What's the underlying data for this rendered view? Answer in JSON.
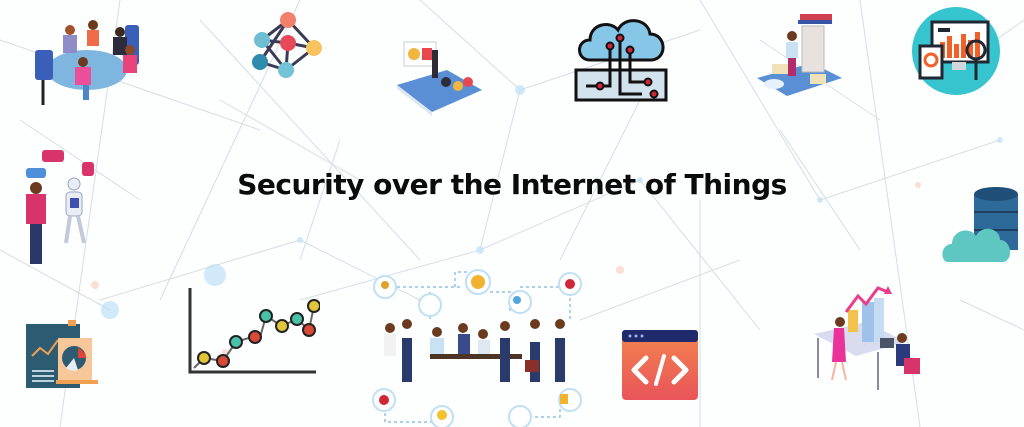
{
  "banner": {
    "title": "Security over the Internet of Things",
    "background_color": "#fdfefe",
    "title_color": "#0b0b0b"
  },
  "illustrations": [
    {
      "id": "team-meeting-round-table",
      "position": "top-left"
    },
    {
      "id": "network-nodes",
      "position": "top"
    },
    {
      "id": "presentation-isometric",
      "position": "top-center-left"
    },
    {
      "id": "cloud-circuit",
      "position": "top-center"
    },
    {
      "id": "document-workflow-isometric",
      "position": "top-center-right"
    },
    {
      "id": "analytics-monitor-circle",
      "position": "top-right"
    },
    {
      "id": "person-with-robot",
      "position": "middle-left"
    },
    {
      "id": "cloud-database",
      "position": "middle-right"
    },
    {
      "id": "report-pie-chart",
      "position": "bottom-left"
    },
    {
      "id": "line-chart",
      "position": "bottom-left-center"
    },
    {
      "id": "business-team-network",
      "position": "bottom-center"
    },
    {
      "id": "code-window",
      "position": "bottom-center-right"
    },
    {
      "id": "business-growth-desk",
      "position": "bottom-right"
    }
  ],
  "colors": {
    "network_line": "#c9d3dc",
    "network_node": "#bfe0f7",
    "accent_teal": "#3fc7d2",
    "accent_orange": "#f2602a",
    "accent_red": "#e0505a",
    "accent_yellow": "#f6c35b",
    "code_window_top": "#1e2a6b"
  }
}
